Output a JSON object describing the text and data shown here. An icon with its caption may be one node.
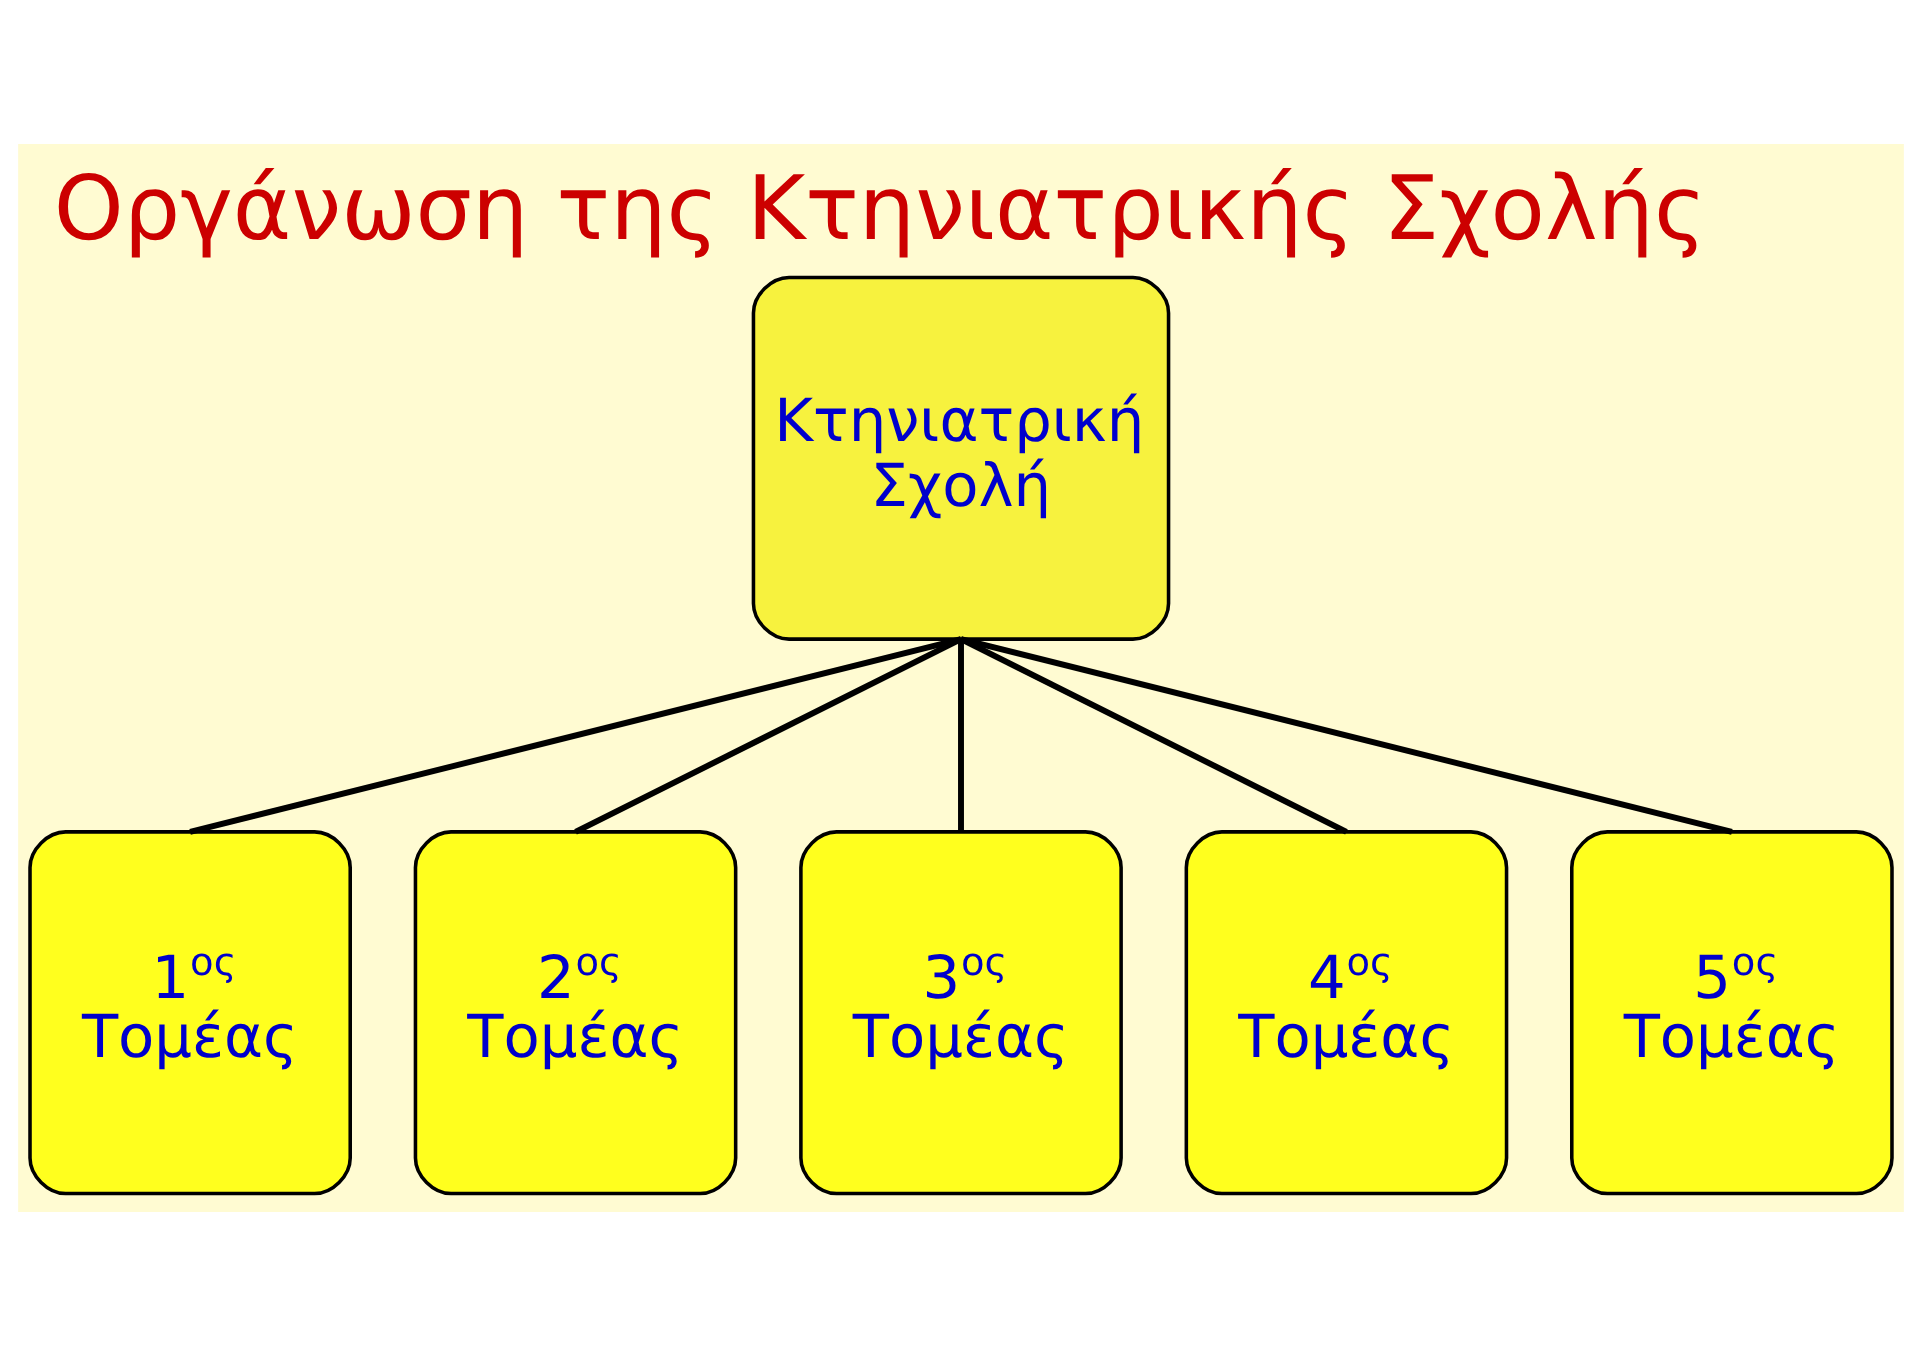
{
  "diagram": {
    "title": "Οργάνωση της Κτηνιατρικής Σχολής",
    "nodes": [
      {
        "text": [
          "Κτηνιατρική Σχολή"
        ]
      },
      {
        "text": [
          "1$^{ος}$ Τομέας"
        ]
      },
      {
        "text": [
          "2$^{ος}$ Τομέας"
        ]
      },
      {
        "text": [
          "3$^{ος}$ Τομέας"
        ]
      },
      {
        "text": [
          "4$^{ος}$ Τομέας"
        ]
      },
      {
        "text": [
          "5$^{ος}$ Τομέας"
        ]
      }
    ],
    "edges": [
      {
        "from": 0,
        "to": 1,
        "arrow": "none"
      },
      {
        "from": 0,
        "to": 2,
        "arrow": "none"
      },
      {
        "from": 0,
        "to": 3,
        "arrow": "none"
      },
      {
        "from": 0,
        "to": 4,
        "arrow": "none"
      },
      {
        "from": 0,
        "to": 5,
        "arrow": "none"
      }
    ]
  }
}
